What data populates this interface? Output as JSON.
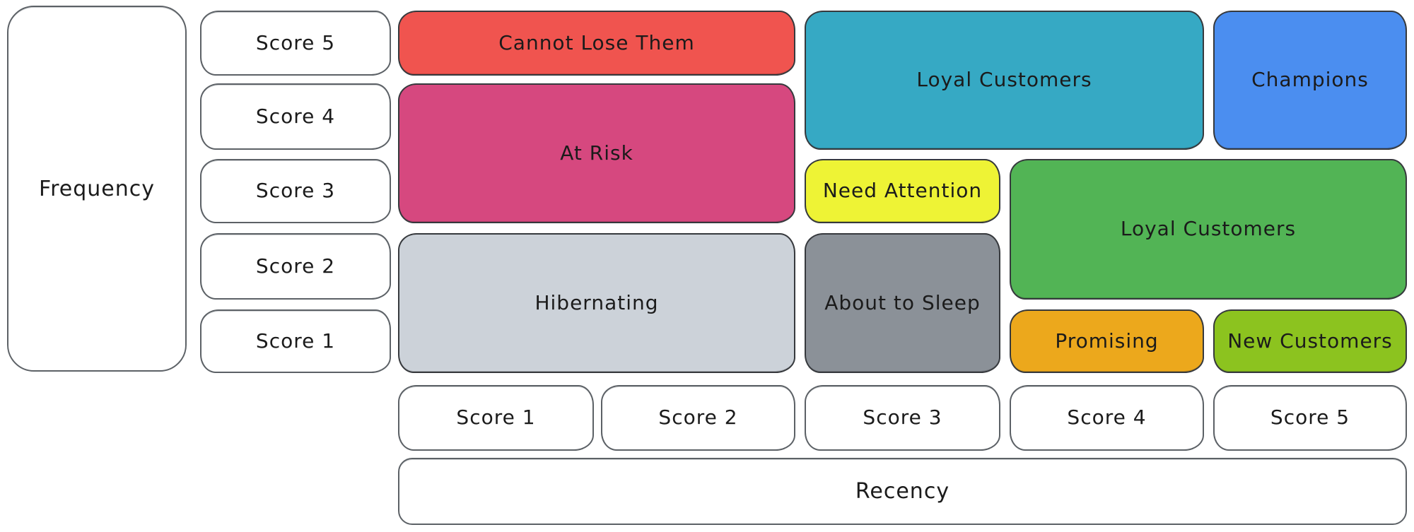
{
  "diagram": {
    "type": "rfm-segmentation-matrix",
    "background_color": "#ffffff",
    "outline_color": "#45494e",
    "text_color": "#1b1b1b",
    "y_axis": {
      "label": "Frequency",
      "scores": [
        "Score 5",
        "Score 4",
        "Score 3",
        "Score 2",
        "Score 1"
      ]
    },
    "x_axis": {
      "label": "Recency",
      "scores": [
        "Score 1",
        "Score 2",
        "Score 3",
        "Score 4",
        "Score 5"
      ]
    },
    "segments": [
      {
        "label": "Cannot Lose Them",
        "color": "#f0544f",
        "recency": [
          1,
          2
        ],
        "frequency": [
          5,
          5
        ]
      },
      {
        "label": "At Risk",
        "color": "#d6487f",
        "recency": [
          1,
          2
        ],
        "frequency": [
          3,
          4
        ]
      },
      {
        "label": "Hibernating",
        "color": "#ccd2d9",
        "recency": [
          1,
          2
        ],
        "frequency": [
          1,
          2
        ]
      },
      {
        "label": "Loyal Customers",
        "color": "#36a9c4",
        "recency": [
          3,
          4
        ],
        "frequency": [
          4,
          5
        ]
      },
      {
        "label": "Champions",
        "color": "#4b8ef0",
        "recency": [
          5,
          5
        ],
        "frequency": [
          4,
          5
        ]
      },
      {
        "label": "Need Attention",
        "color": "#eef335",
        "recency": [
          3,
          3
        ],
        "frequency": [
          3,
          3
        ]
      },
      {
        "label": "Loyal Customers",
        "color": "#52b455",
        "recency": [
          4,
          5
        ],
        "frequency": [
          2,
          3
        ]
      },
      {
        "label": "About to Sleep",
        "color": "#8b9198",
        "recency": [
          3,
          3
        ],
        "frequency": [
          1,
          2
        ]
      },
      {
        "label": "Promising",
        "color": "#eca81c",
        "recency": [
          4,
          4
        ],
        "frequency": [
          1,
          1
        ]
      },
      {
        "label": "New Customers",
        "color": "#8cc31f",
        "recency": [
          5,
          5
        ],
        "frequency": [
          1,
          1
        ]
      }
    ]
  }
}
